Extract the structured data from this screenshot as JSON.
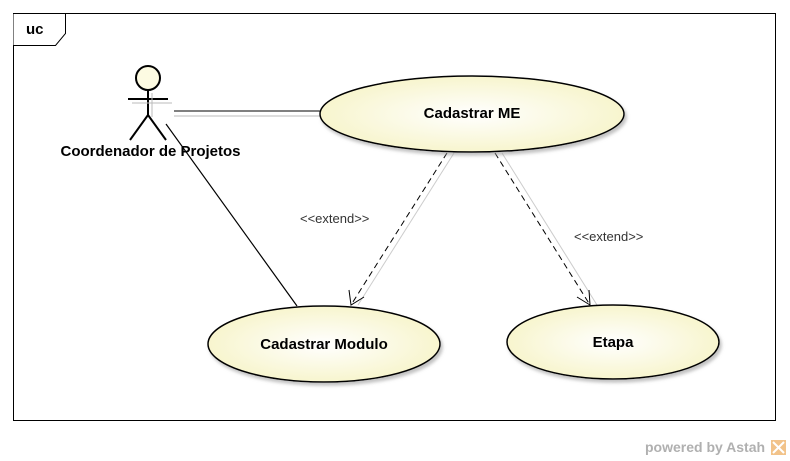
{
  "frame": {
    "tab": "uc"
  },
  "actor": {
    "name": "Coordenador de Projetos"
  },
  "use_cases": {
    "cadastrar_me": "Cadastrar ME",
    "cadastrar_modulo": "Cadastrar Modulo",
    "etapa": "Etapa"
  },
  "relations": {
    "extend_left": "<<extend>>",
    "extend_right": "<<extend>>"
  },
  "footer": {
    "powered": "powered by Astah"
  },
  "colors": {
    "usecase_fill": "#fcfbe0",
    "usecase_border": "#000000",
    "actor_fill": "#fdfbe2"
  }
}
